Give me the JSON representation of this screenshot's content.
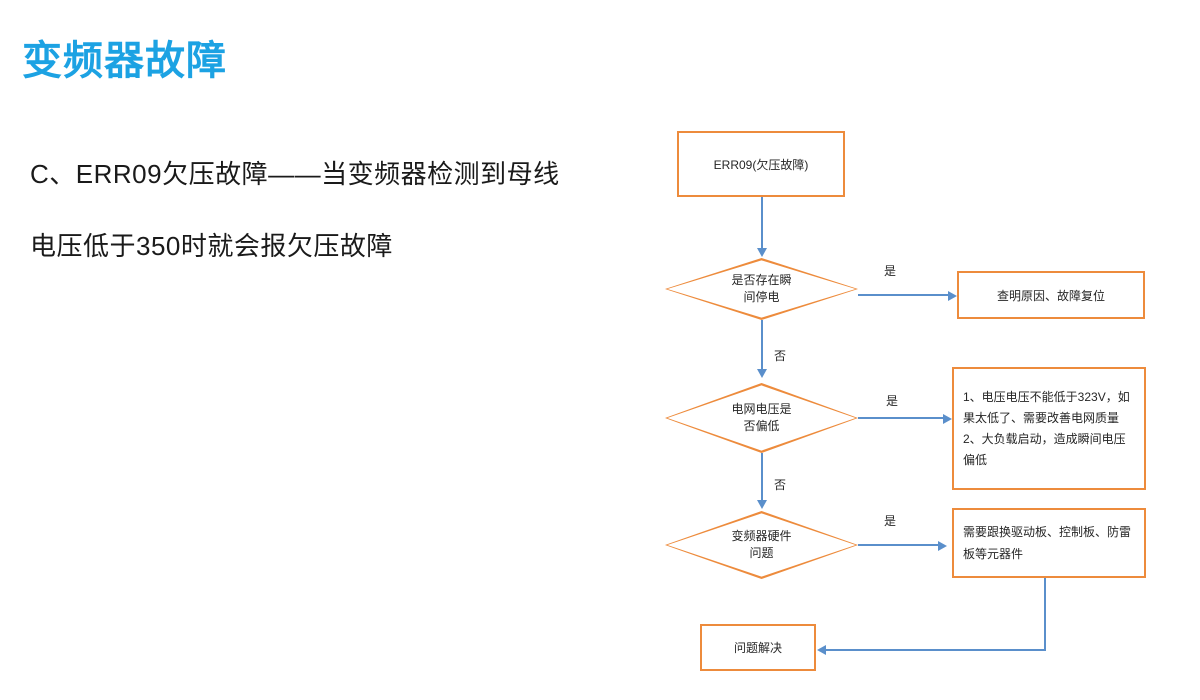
{
  "slide": {
    "title": "变频器故障",
    "title_color": "#1CA2E3",
    "body_line1": "C、ERR09欠压故障——当变频器检测到母线",
    "body_line2": "电压低于350时就会报欠压故障"
  },
  "theme": {
    "shape_border": "#ED8B3C",
    "connector": "#5A8FCB",
    "text": "#262626",
    "background": "#FFFFFF"
  },
  "flowchart": {
    "type": "flowchart",
    "nodes": {
      "start": {
        "label": "ERR09(欠压故障)",
        "shape": "rectangle"
      },
      "decision1": {
        "label": "是否存在瞬\n间停电",
        "shape": "diamond"
      },
      "action1": {
        "label": "查明原因、故障复位",
        "shape": "rectangle"
      },
      "decision2": {
        "label": "电网电压是\n否偏低",
        "shape": "diamond"
      },
      "action2": {
        "label": "1、电压电压不能低于323V，如果太低了、需要改善电网质量\n2、大负载启动，造成瞬间电压偏低",
        "shape": "rectangle"
      },
      "decision3": {
        "label": "变频器硬件\n问题",
        "shape": "diamond"
      },
      "action3": {
        "label": "需要跟换驱动板、控制板、防雷板等元器件",
        "shape": "rectangle"
      },
      "end": {
        "label": "问题解决",
        "shape": "rectangle"
      }
    },
    "edge_labels": {
      "d1_yes": "是",
      "d1_no": "否",
      "d2_yes": "是",
      "d2_no": "否",
      "d3_yes": "是"
    }
  }
}
